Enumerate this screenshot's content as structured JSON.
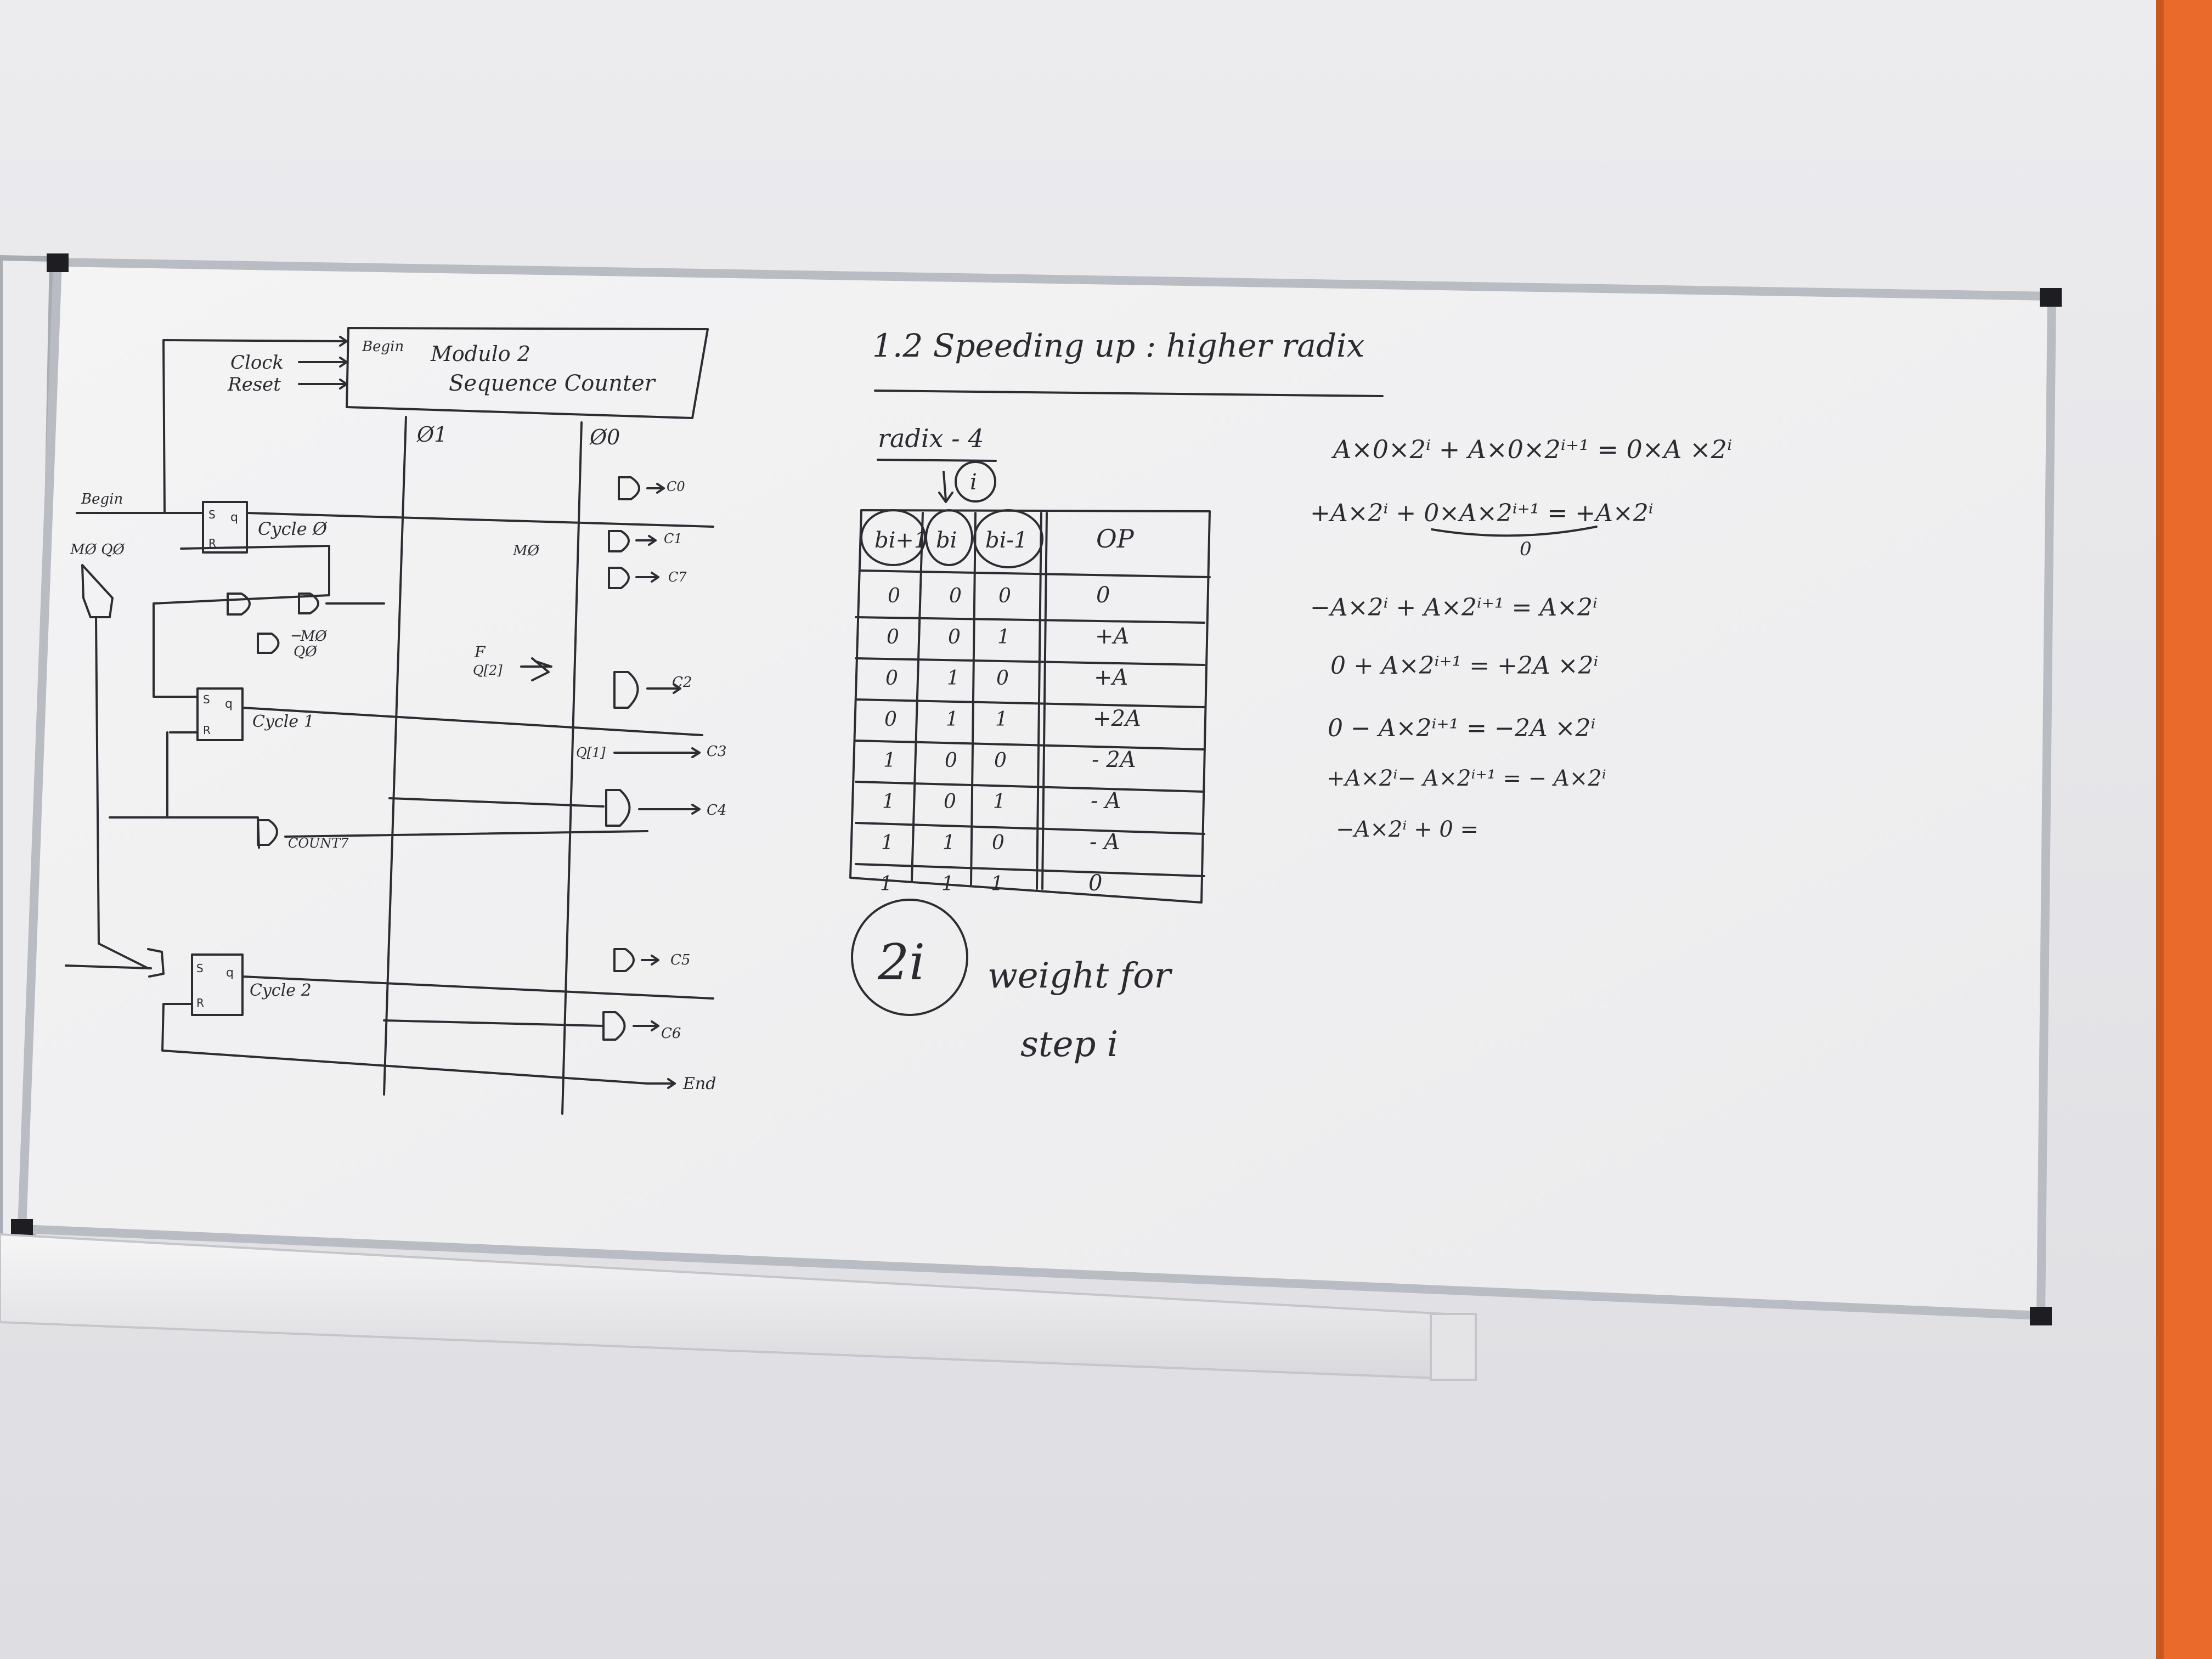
{
  "colors": {
    "wall": "#e9e9ec",
    "wall_lower": "#e3e3e6",
    "board": "#f1f1f2",
    "frame": "#b9bcc2",
    "ink": "#2c2c33",
    "orange_strip": "#ea6a2c"
  },
  "circuit": {
    "counter_line1": "Modulo 2",
    "counter_line2": "Sequence Counter",
    "in_begin_small": "Begin",
    "in_clock": "Clock",
    "in_reset": "Reset",
    "phi1": "Ø1",
    "phi0": "Ø0",
    "begin_left": "Begin",
    "m0_q0": "MØ QØ",
    "m0": "MØ",
    "m0_b": "─MØ",
    "q0_b": "QØ",
    "cycle0": "Cycle Ø",
    "cycle1": "Cycle 1",
    "cycle2": "Cycle 2",
    "f_label": "F",
    "q2_label": "Q[2]",
    "q1_label": "Q[1]",
    "count7": "COUNT7",
    "s": "S",
    "r": "R",
    "q": "q",
    "c0": "C0",
    "c1": "C1",
    "c2": "C2",
    "c3": "C3",
    "c4": "C4",
    "c5": "C5",
    "c6": "C6",
    "c7": "C7",
    "end": "End"
  },
  "section": {
    "title": "1.2  Speeding up : higher radix",
    "radix_label": "radix - 4",
    "pointer_i": "i"
  },
  "table": {
    "headers": [
      "bi+1",
      "bi",
      "bi-1",
      "OP"
    ],
    "rows": [
      [
        "0",
        "0",
        "0",
        "0"
      ],
      [
        "0",
        "0",
        "1",
        "+A"
      ],
      [
        "0",
        "1",
        "0",
        "+A"
      ],
      [
        "0",
        "1",
        "1",
        "+2A"
      ],
      [
        "1",
        "0",
        "0",
        "- 2A"
      ],
      [
        "1",
        "0",
        "1",
        "- A"
      ],
      [
        "1",
        "1",
        "0",
        "- A"
      ],
      [
        "1",
        "1",
        "1",
        "0"
      ]
    ]
  },
  "note": {
    "circle": "2i",
    "line1": "weight for",
    "line2": "step i"
  },
  "equations": [
    "A×0×2ⁱ + A×0×2ⁱ⁺¹ = 0×A ×2ⁱ",
    "+A×2ⁱ  + 0×A×2ⁱ⁺¹  =  +A×2ⁱ",
    "0",
    "−A×2ⁱ + A×2ⁱ⁺¹  =  A×2ⁱ",
    "0 + A×2ⁱ⁺¹  =  +2A ×2ⁱ",
    "0 − A×2ⁱ⁺¹  =  −2A ×2ⁱ",
    "+A×2ⁱ− A×2ⁱ⁺¹ = − A×2ⁱ",
    "−A×2ⁱ + 0 ="
  ]
}
